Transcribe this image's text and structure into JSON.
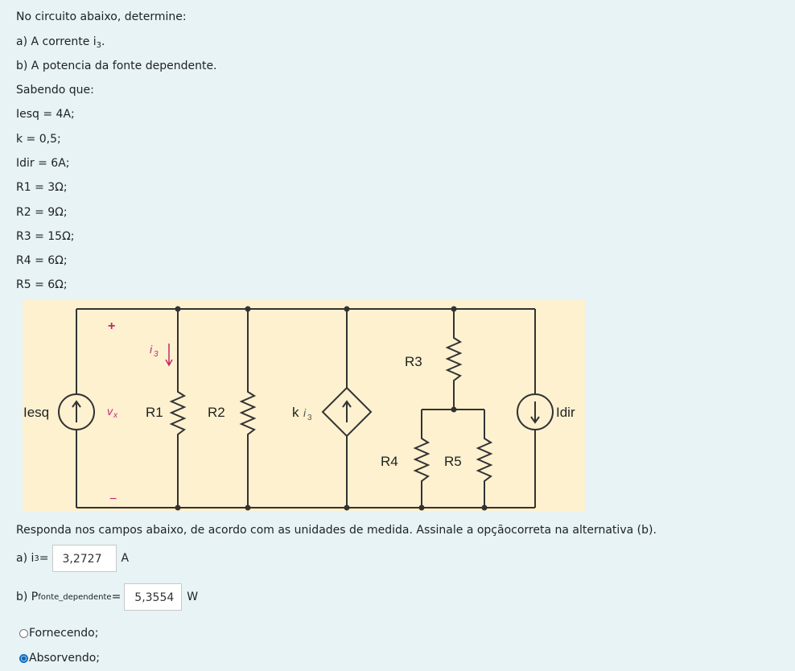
{
  "question": {
    "intro": "No circuito abaixo, determine:",
    "item_a_prefix": "a) A corrente i",
    "item_a_sub": "3",
    "item_a_suffix": ".",
    "item_b": "b) A potencia da fonte dependente.",
    "given_label": "Sabendo que:",
    "givens": [
      "Iesq = 4A;",
      "k = 0,5;",
      "Idir = 6A;",
      "R1 = 3Ω;",
      "R2 = 9Ω;",
      "R3 = 15Ω;",
      "R4 = 6Ω;",
      "R5 = 6Ω;"
    ]
  },
  "circuit": {
    "labels": {
      "iesq": "Iesq",
      "idir": "Idir",
      "r1": "R1",
      "r2": "R2",
      "r3": "R3",
      "r4": "R4",
      "r5": "R5",
      "k": "k",
      "i3": "i",
      "i3_sub": "3",
      "vx": "v",
      "vx_sub": "x",
      "plus": "+",
      "minus": "−"
    }
  },
  "instructions": "Responda nos campos abaixo, de acordo com as unidades de medida. Assinale a opçãocorreta na alternativa (b).",
  "answer_a": {
    "prefix": "a) i",
    "sub": "3",
    "eq": " =",
    "value": "3,2727",
    "unit": "A"
  },
  "answer_b": {
    "prefix": "b) P",
    "sub": "fonte_dependente",
    "eq": " =",
    "value": "5,3554",
    "unit": "W"
  },
  "options": [
    {
      "label": "Fornecendo;",
      "selected": false
    },
    {
      "label": "Absorvendo;",
      "selected": true
    }
  ]
}
